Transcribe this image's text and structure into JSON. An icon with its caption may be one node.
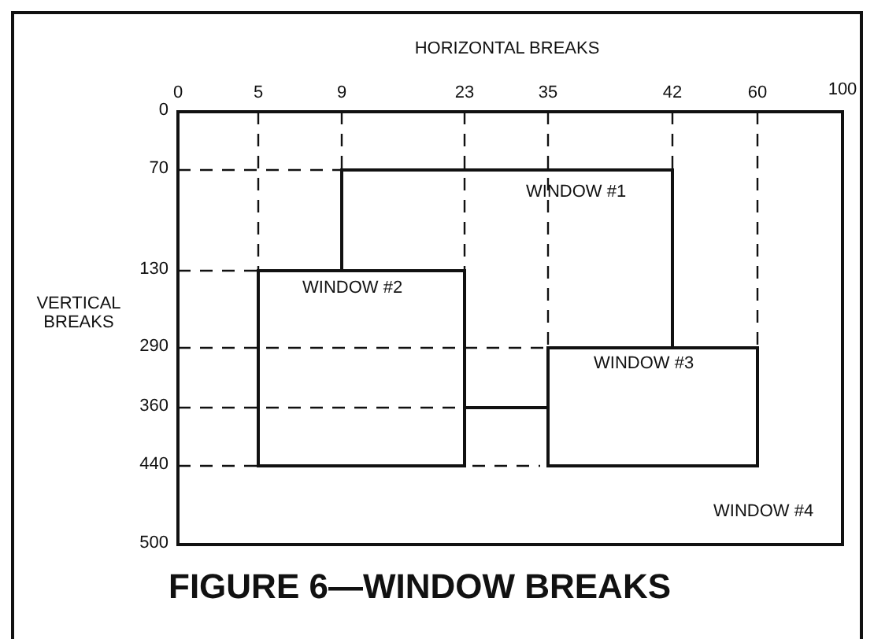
{
  "diagram": {
    "caption": "FIGURE 6—WINDOW BREAKS",
    "nodes": [
      {
        "text": [
          "WINDOW #4"
        ]
      },
      {
        "text": [
          "WINDOW #1"
        ],
        "in": 0
      },
      {
        "text": [
          "WINDOW #2"
        ],
        "in": 0
      },
      {
        "text": [
          "WINDOW #3"
        ],
        "in": 0
      }
    ],
    "edges": [
      {
        "from": 2,
        "to": 3,
        "arrow": "none"
      }
    ],
    "labels": [
      "HORIZONTAL BREAKS",
      "0",
      "5",
      "9",
      "23",
      "35",
      "42",
      "60",
      "100",
      "0",
      "70",
      "130",
      "VERTICAL BREAKS",
      "290",
      "360",
      "440",
      "500"
    ]
  }
}
